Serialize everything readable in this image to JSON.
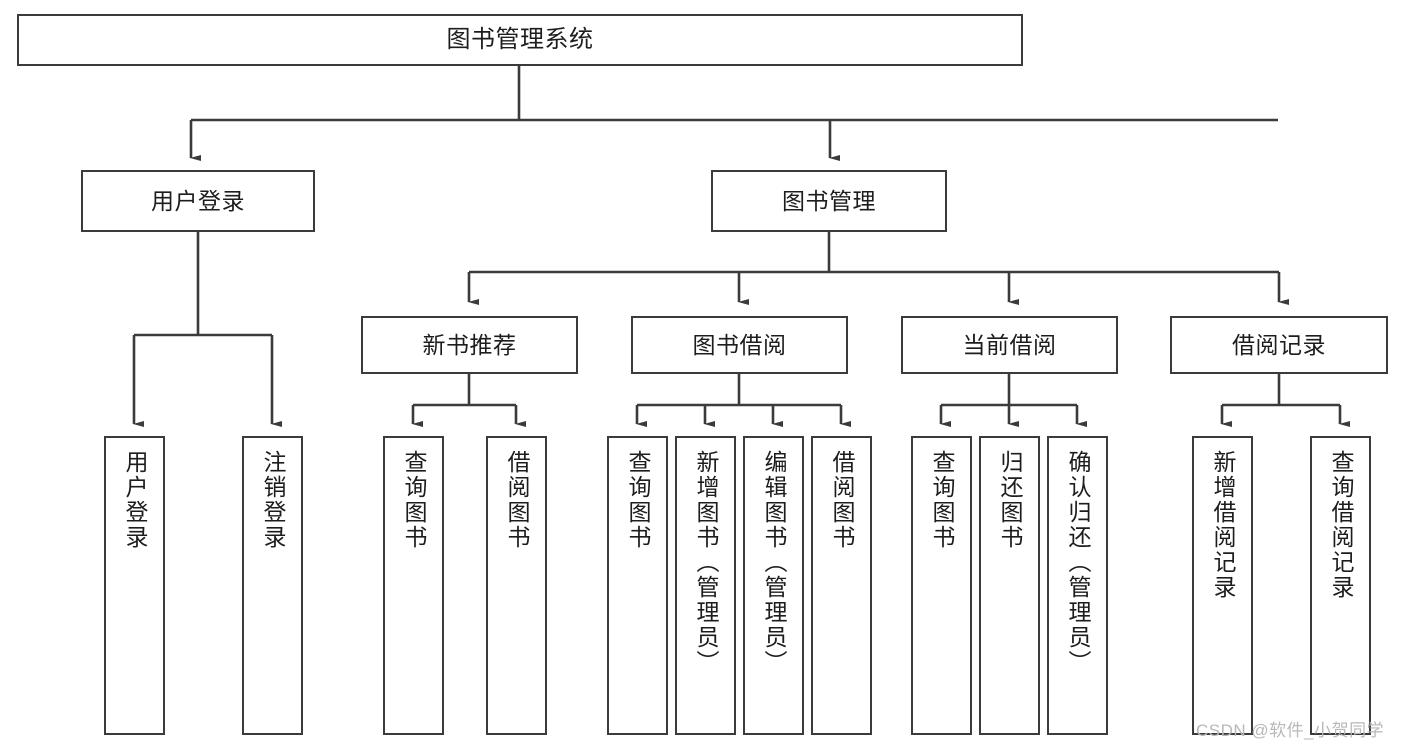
{
  "diagram": {
    "title": "图书管理系统",
    "type": "hierarchy-tree",
    "colors": {
      "stroke": "#3b3b3b",
      "text": "#1d1d1d",
      "background": "#ffffff",
      "watermark": "#b8b8b8"
    },
    "nodes": {
      "root": {
        "label": "图书管理系统",
        "level": 1
      },
      "l2": [
        {
          "id": "user-login",
          "label": "用户登录",
          "level": 2
        },
        {
          "id": "book-manage",
          "label": "图书管理",
          "level": 2
        }
      ],
      "l3": [
        {
          "id": "new-book-rec",
          "label": "新书推荐",
          "level": 3,
          "parent": "book-manage"
        },
        {
          "id": "book-borrow",
          "label": "图书借阅",
          "level": 3,
          "parent": "book-manage"
        },
        {
          "id": "current-borrow",
          "label": "当前借阅",
          "level": 3,
          "parent": "book-manage"
        },
        {
          "id": "borrow-record",
          "label": "借阅记录",
          "level": 3,
          "parent": "book-manage"
        }
      ],
      "leaves": [
        {
          "id": "leaf-user-login",
          "label": "用户登录",
          "parent": "user-login"
        },
        {
          "id": "leaf-user-logout",
          "label": "注销登录",
          "parent": "user-login"
        },
        {
          "id": "leaf-rec-query",
          "label": "查询图书",
          "parent": "new-book-rec"
        },
        {
          "id": "leaf-rec-borrow",
          "label": "借阅图书",
          "parent": "new-book-rec"
        },
        {
          "id": "leaf-borrow-query",
          "label": "查询图书",
          "parent": "book-borrow"
        },
        {
          "id": "leaf-borrow-add",
          "label": "新增图书（管理员）",
          "parent": "book-borrow"
        },
        {
          "id": "leaf-borrow-edit",
          "label": "编辑图书（管理员）",
          "parent": "book-borrow"
        },
        {
          "id": "leaf-borrow-do",
          "label": "借阅图书",
          "parent": "book-borrow"
        },
        {
          "id": "leaf-cur-query",
          "label": "查询图书",
          "parent": "current-borrow"
        },
        {
          "id": "leaf-cur-return",
          "label": "归还图书",
          "parent": "current-borrow"
        },
        {
          "id": "leaf-cur-confirm",
          "label": "确认归还（管理员）",
          "parent": "current-borrow"
        },
        {
          "id": "leaf-rec-add",
          "label": "新增借阅记录",
          "parent": "borrow-record"
        },
        {
          "id": "leaf-rec-query-record",
          "label": "查询借阅记录",
          "parent": "borrow-record"
        }
      ]
    },
    "watermark": "CSDN @软件_小贺同学"
  }
}
